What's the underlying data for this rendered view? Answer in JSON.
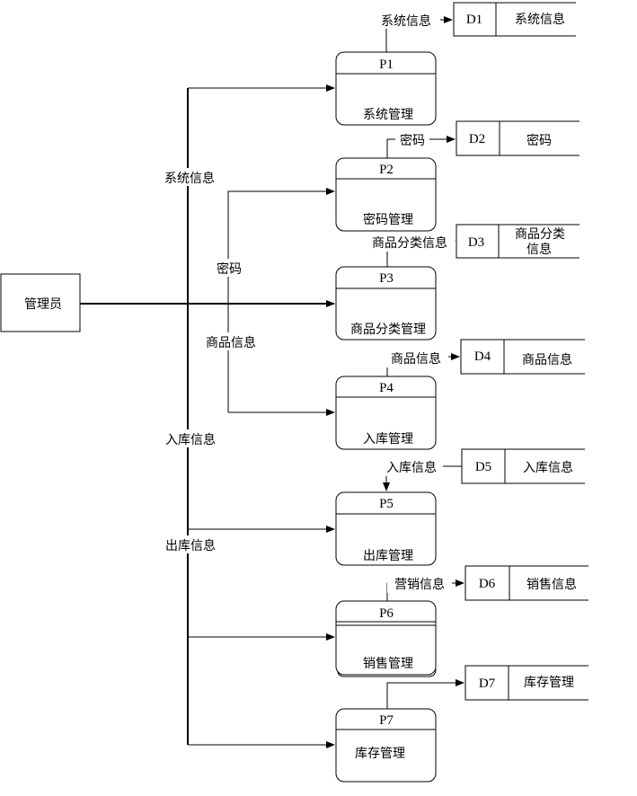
{
  "entity": {
    "label": "管理员"
  },
  "processes": [
    {
      "id": "P1",
      "label": "系统管理"
    },
    {
      "id": "P2",
      "label": "密码管理"
    },
    {
      "id": "P3",
      "label": "商品分类管理"
    },
    {
      "id": "P4",
      "label": "入库管理"
    },
    {
      "id": "P5",
      "label": "出库管理"
    },
    {
      "id": "P6",
      "label": "销售管理"
    },
    {
      "id": "P7",
      "label": "库存管理"
    }
  ],
  "stores": [
    {
      "id": "D1",
      "label": "系统信息"
    },
    {
      "id": "D2",
      "label": "密码"
    },
    {
      "id": "D3",
      "label_lines": [
        "商品分类",
        "信息"
      ]
    },
    {
      "id": "D4",
      "label": "商品信息"
    },
    {
      "id": "D5",
      "label": "入库信息"
    },
    {
      "id": "D6",
      "label": "销售信息"
    },
    {
      "id": "D7",
      "label": "库存管理"
    }
  ],
  "flows": {
    "p1_d1": "系统信息",
    "p2_d2": "密码",
    "p3_d3": "商品分类信息",
    "p4_d4": "商品信息",
    "d5_p5": "入库信息",
    "p6_d6": "营销信息"
  },
  "entity_flows": {
    "system_info": "系统信息",
    "password": "密码",
    "product_info": "商品信息",
    "stock_in_info": "入库信息",
    "stock_out_info": "出库信息"
  }
}
